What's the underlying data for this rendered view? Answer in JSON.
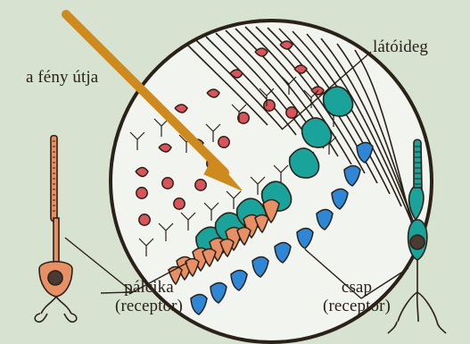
{
  "diagram": {
    "labels": {
      "light_path": "a fény útja",
      "optic_nerve": "látóideg",
      "rod_name": "pálcika",
      "rod_type": "(receptor)",
      "cone_name": "csap",
      "cone_type": "(receptor)"
    },
    "colors": {
      "background": "#d7e2d1",
      "magnified_view_fill": "#f1f4ef",
      "outline": "#2a2118",
      "arrow": "#cf8a1d",
      "rod": "#e89065",
      "cone": "#1aa39a",
      "blue_cells": "#2d86d6",
      "red_cells": "#d9535b"
    }
  }
}
